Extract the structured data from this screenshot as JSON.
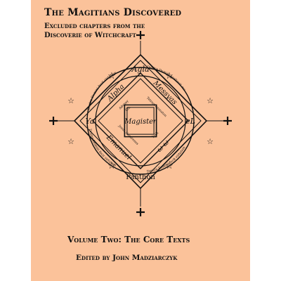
{
  "book": {
    "title": "The Magitians Discovered",
    "subtitle_line1": "Excluded chapters from the",
    "subtitle_line2": "Discoverie of Witchcraft",
    "volume": "Volume Two: The Core Texts",
    "editor": "Edited by John Madziarczyk"
  },
  "sigil": {
    "center": "Magister",
    "top": "Agla",
    "left": "Ya",
    "right": "eL",
    "bottom": "Panthon",
    "alpha": "Alpha",
    "messyas": "Messyas",
    "emanuel": "Emanuel",
    "omega": "ω ω",
    "on": "On",
    "adonay": "Adonay",
    "tetragrammaton": "Tetragrammaton",
    "ioth": "Ioth",
    "jesus_nazarenus": "Jesus Nazarenus",
    "motto_upper_left": "Dextra Domini fecit virtutem",
    "motto_upper_right": "Dextra Domini exaltavit me",
    "motto_lower_left": "Dextra Domini fecit virtutem",
    "motto_lower_right": "Dextra Domini fecit virtutem"
  },
  "colors": {
    "cover_background": "#fbc29a",
    "ink": "#111111"
  }
}
